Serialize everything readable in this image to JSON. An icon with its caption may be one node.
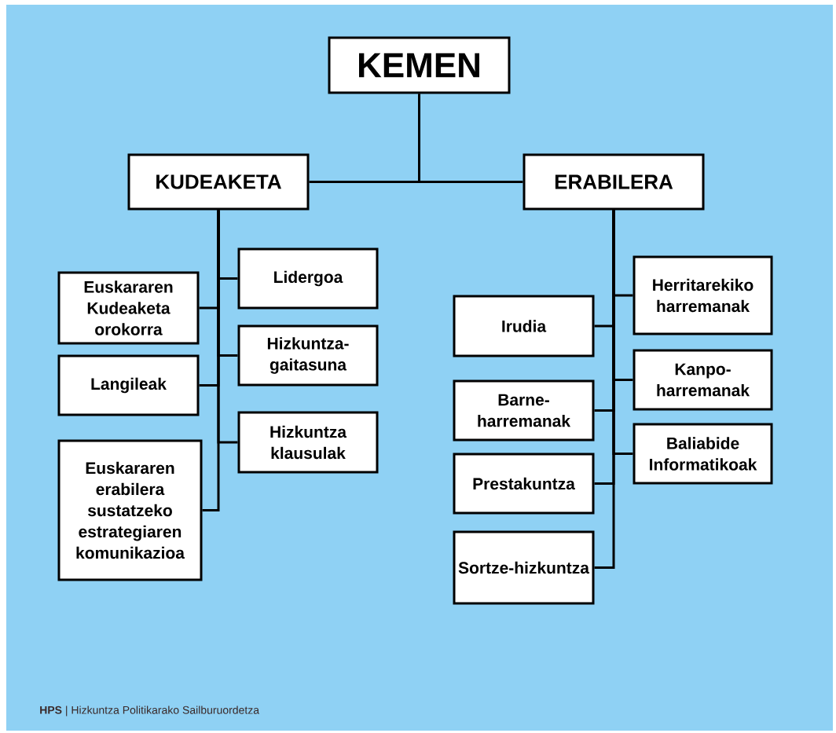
{
  "diagram": {
    "nodes": [
      {
        "text": [
          "KEMEN"
        ]
      },
      {
        "text": [
          "KUDEAKETA"
        ]
      },
      {
        "text": [
          "ERABILERA"
        ]
      },
      {
        "text": [
          "Lidergoa"
        ]
      },
      {
        "text": [
          "Euskararen Kudeaketa orokorra"
        ]
      },
      {
        "text": [
          "Hizkuntza-gaitasuna"
        ]
      },
      {
        "text": [
          "Langileak"
        ]
      },
      {
        "text": [
          "Hizkuntza klausulak"
        ]
      },
      {
        "text": [
          "Euskararen erabilera sustatzeko estrategiaren komunikazioa"
        ]
      },
      {
        "text": [
          "Herritarekiko harremanak"
        ]
      },
      {
        "text": [
          "Irudia"
        ]
      },
      {
        "text": [
          "Kanpo-harremanak"
        ]
      },
      {
        "text": [
          "Barne-harremanak"
        ]
      },
      {
        "text": [
          "Baliabide Informatikoak"
        ]
      },
      {
        "text": [
          "Prestakuntza"
        ]
      },
      {
        "text": [
          "Sortze-hizkuntza"
        ]
      }
    ],
    "edges": [
      {
        "from": 0,
        "to": 1,
        "arrow": "none"
      },
      {
        "from": 0,
        "to": 2,
        "arrow": "none"
      },
      {
        "from": 1,
        "to": 3,
        "arrow": "none"
      },
      {
        "from": 1,
        "to": 4,
        "arrow": "none"
      },
      {
        "from": 1,
        "to": 5,
        "arrow": "none"
      },
      {
        "from": 1,
        "to": 6,
        "arrow": "none"
      },
      {
        "from": 1,
        "to": 7,
        "arrow": "none"
      },
      {
        "from": 1,
        "to": 8,
        "arrow": "none"
      },
      {
        "from": 2,
        "to": 9,
        "arrow": "none"
      },
      {
        "from": 2,
        "to": 10,
        "arrow": "none"
      },
      {
        "from": 2,
        "to": 11,
        "arrow": "none"
      },
      {
        "from": 2,
        "to": 12,
        "arrow": "none"
      },
      {
        "from": 2,
        "to": 13,
        "arrow": "none"
      },
      {
        "from": 2,
        "to": 14,
        "arrow": "none"
      },
      {
        "from": 2,
        "to": 15,
        "arrow": "none"
      }
    ],
    "labels": [
      "**HPS** | Hizkuntza Politikarako Sailburuordetza"
    ]
  }
}
